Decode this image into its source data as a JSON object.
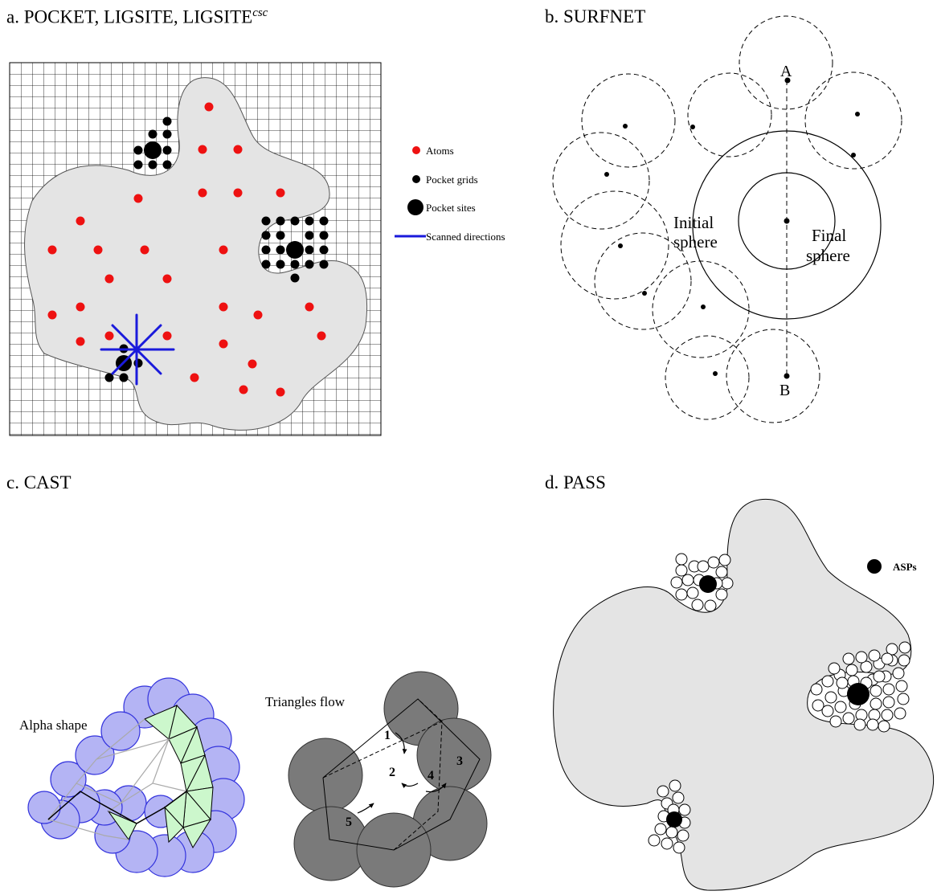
{
  "panels": {
    "a": {
      "title_main": "a. POCKET, LIGSITE, LIGSITE",
      "title_sup": "csc",
      "legend": {
        "atoms": "Atoms",
        "pocket_grids": "Pocket grids",
        "pocket_sites": "Pocket sites",
        "scanned_directions": "Scanned directions"
      },
      "colors": {
        "atom": "#ee1111",
        "grid_point": "#000000",
        "scan": "#1a1adb",
        "protein": "#e4e4e4"
      }
    },
    "b": {
      "title": "b. SURFNET",
      "label_a": "A",
      "label_b": "B",
      "initial_1": "Initial",
      "initial_2": "sphere",
      "final_1": "Final",
      "final_2": "sphere"
    },
    "c": {
      "title": "c. CAST",
      "alpha_shape": "Alpha shape",
      "triangles_flow": "Triangles flow",
      "flow_steps": [
        "1",
        "2",
        "3",
        "4",
        "5"
      ],
      "colors": {
        "alpha_fill": "#b4b4f4",
        "triangle_fill": "#ccf7cc",
        "ball": "#7a7a7a"
      }
    },
    "d": {
      "title": "d. PASS",
      "legend_asps": "ASPs"
    }
  }
}
